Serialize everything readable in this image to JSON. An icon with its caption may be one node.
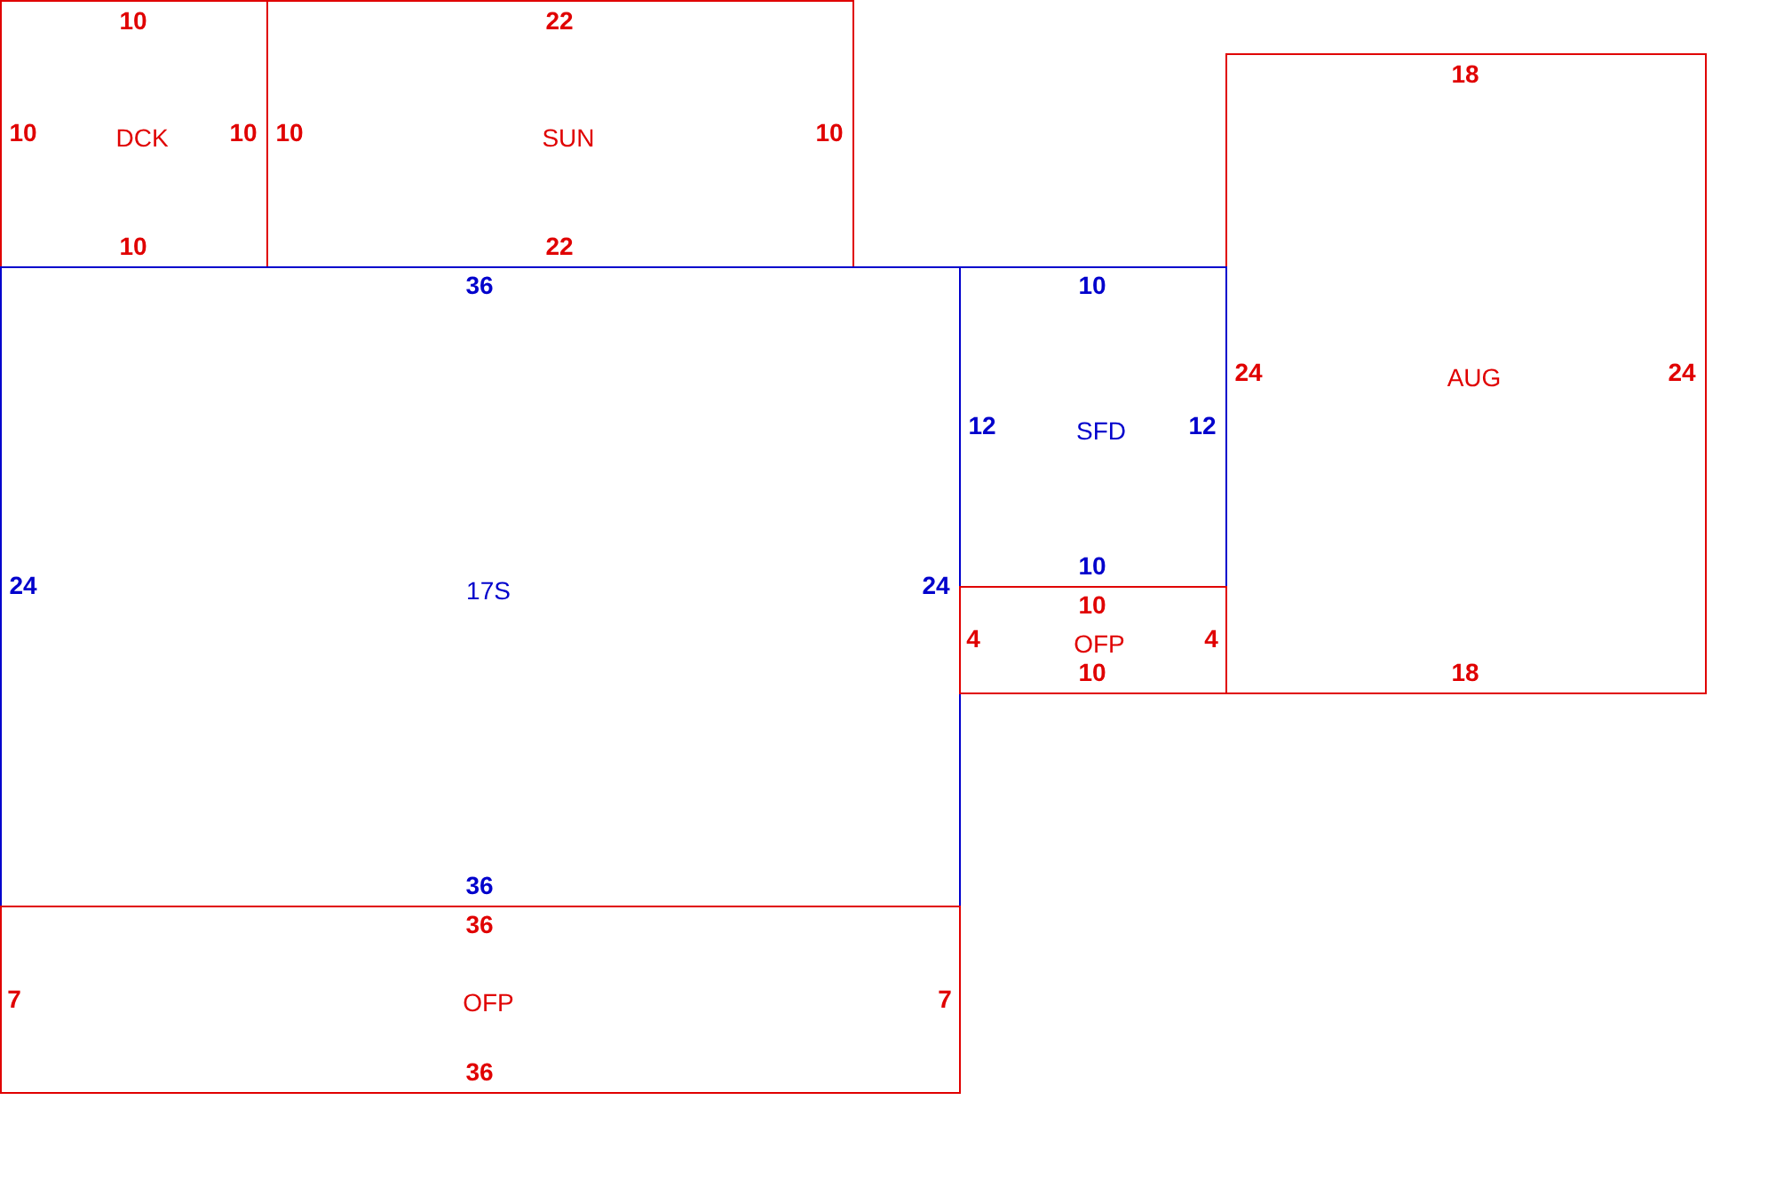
{
  "diagram": {
    "nodes": [
      {
        "text": [
          "10",
          "10",
          "DCK",
          "10",
          "10"
        ]
      },
      {
        "text": [
          "22",
          "10",
          "SUN",
          "10",
          "22"
        ]
      },
      {
        "text": [
          "36",
          "24",
          "17S",
          "24",
          "36"
        ]
      },
      {
        "text": [
          "10",
          "12",
          "SFD",
          "12",
          "10"
        ]
      },
      {
        "text": [
          "10",
          "4",
          "OFP",
          "4",
          "10"
        ]
      },
      {
        "text": [
          "18",
          "24",
          "AUG",
          "24",
          "18"
        ]
      },
      {
        "text": [
          "36",
          "7",
          "OFP",
          "7",
          "36"
        ]
      }
    ]
  }
}
